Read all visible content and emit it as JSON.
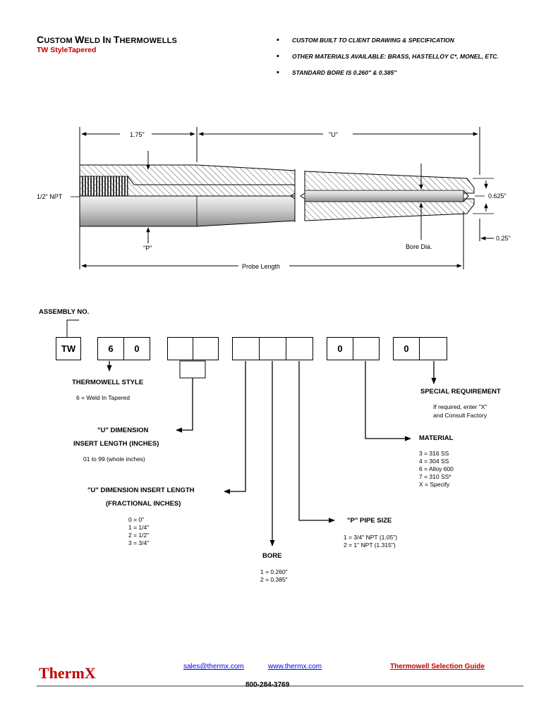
{
  "header": {
    "title_c": "C",
    "title_ustom": "USTOM ",
    "title_w": "W",
    "title_eld": "ELD ",
    "title_i": "I",
    "title_n": "N ",
    "title_t": "T",
    "title_hermowells": "HERMOWELLS",
    "subtitle": "TW StyleTapered",
    "bullets": [
      "CUSTOM BUILT TO CLIENT DRAWING & SPECIFICATION",
      "OTHER MATERIALS AVAILABLE: BRASS, HASTELLOY C*, MONEL, ETC.",
      "STANDARD BORE IS 0.260\" & 0.385\""
    ]
  },
  "drawing": {
    "dim_175": "1.75\"",
    "dim_u": "\"U\"",
    "npt": "1/2\" NPT",
    "dim_0625": "0.625\"",
    "dim_025": "0.25\"",
    "p_label": "\"P\"",
    "bore_dia": "Bore Dia.",
    "probe_length": "Probe Length"
  },
  "assembly": {
    "title": "ASSEMBLY NO.",
    "box_tw": "TW",
    "box_6": "6",
    "box_0a": "0",
    "box_0b": "0",
    "box_0c": "0",
    "style_title": "THERMOWELL STYLE",
    "style_line": "6 =  Weld In Tapered",
    "u_title1": "\"U\" DIMENSION",
    "u_title2": "INSERT LENGTH (INCHES)",
    "u_line": "01 to 99 (whole inches)",
    "uf_title1": "\"U\" DIMENSION INSERT LENGTH",
    "uf_title2": "(FRACTIONAL INCHES)",
    "uf_lines": [
      "0 = 0\"",
      "1 = 1/4\"",
      "2 = 1/2\"",
      "3 = 3/4\""
    ],
    "bore_title": "BORE",
    "bore_lines": [
      "1 = 0.260\"",
      "2 = 0.385\""
    ],
    "pipe_title": "\"P\" PIPE SIZE",
    "pipe_lines": [
      "1 = 3/4\" NPT (1.05\")",
      "2 = 1\" NPT (1.315\")"
    ],
    "mat_title": "MATERIAL",
    "mat_lines": [
      "3 = 316 SS",
      "4 = 304 SS",
      "6 = Alloy 600",
      "7 = 310 SS*",
      "X = Specify"
    ],
    "spec_title": "SPECIAL REQUIREMENT",
    "spec_line1": "If required, enter \"X\"",
    "spec_line2": "and Consult Factory"
  },
  "footer": {
    "logo": "ThermX",
    "email": "sales@thermx.com",
    "website": "www.thermx.com",
    "guide": "Thermowell Selection Guide",
    "phone": "800-284-3769"
  }
}
